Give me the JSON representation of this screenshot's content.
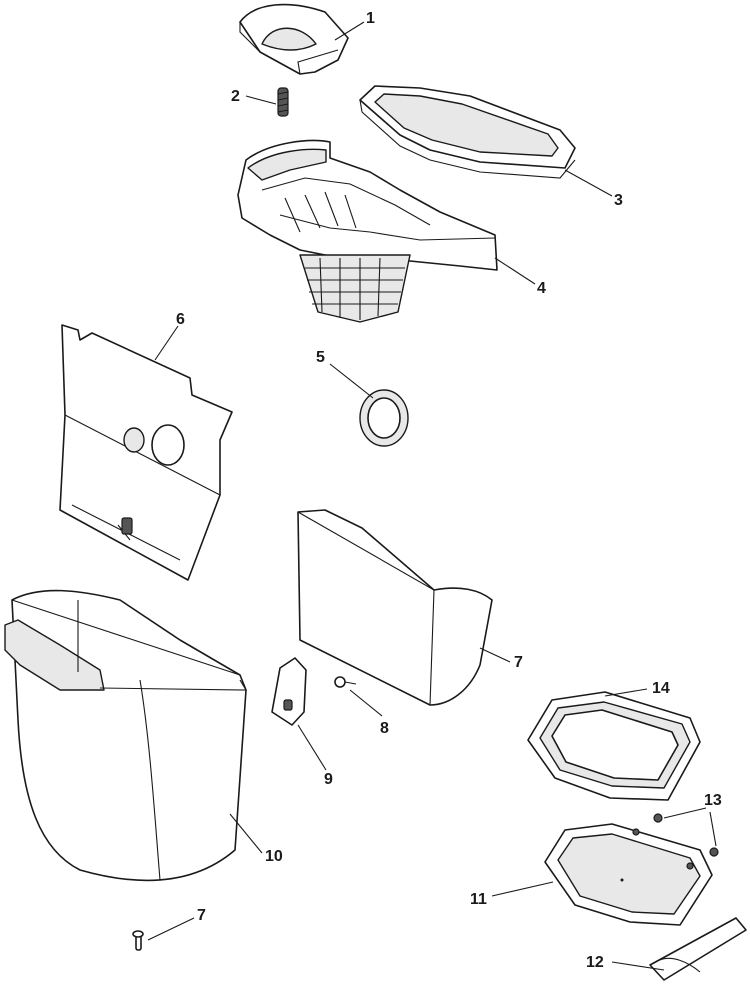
{
  "diagram": {
    "parts": [
      {
        "id": "p1",
        "number": "1"
      },
      {
        "id": "p2",
        "number": "2"
      },
      {
        "id": "p3",
        "number": "3"
      },
      {
        "id": "p4",
        "number": "4"
      },
      {
        "id": "p5",
        "number": "5"
      },
      {
        "id": "p6",
        "number": "6"
      },
      {
        "id": "p7a",
        "number": "7"
      },
      {
        "id": "p7b",
        "number": "7"
      },
      {
        "id": "p8",
        "number": "8"
      },
      {
        "id": "p9",
        "number": "9"
      },
      {
        "id": "p10",
        "number": "10"
      },
      {
        "id": "p11",
        "number": "11"
      },
      {
        "id": "p12",
        "number": "12"
      },
      {
        "id": "p13",
        "number": "13"
      },
      {
        "id": "p14",
        "number": "14"
      }
    ]
  }
}
